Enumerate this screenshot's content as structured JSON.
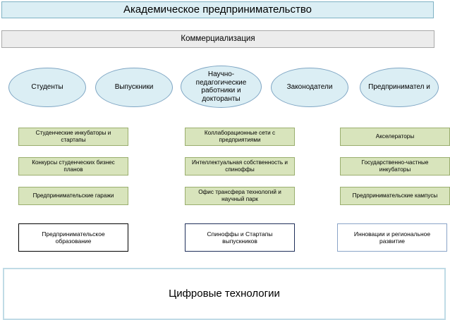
{
  "title": "Академическое предпринимательство",
  "commercialization": "Коммерциализация",
  "actors": [
    "Студенты",
    "Выпускники",
    "Научно-педагогические работники и докторанты",
    "Законодатели",
    "Предпринимател и"
  ],
  "columns": [
    {
      "items": [
        "Студенческие инкубаторы и стартапы",
        "Конкурсы студенческих бизнес планов",
        "Предпринимательские гаражи"
      ],
      "outcome": "Предпринимательское образование"
    },
    {
      "items": [
        "Коллаборационные сети с предприятиями",
        "Интеллектуальная собственность и спиноффы",
        "Офис трансфера технологий и научный парк"
      ],
      "outcome": "Спиноффы и Стартапы выпускников"
    },
    {
      "items": [
        "Акселераторы",
        "Государственно-частные инкубаторы",
        "Предпринимательские кампусы"
      ],
      "outcome": "Инновации и региональное развитие"
    }
  ],
  "footer": "Цифровые технологии",
  "colors": {
    "header_fill": "#dbeef4",
    "actor_fill": "#dbeef4",
    "item_fill": "#d8e4bc",
    "outcome_border_1": "#000000",
    "outcome_border_2": "#1f2f5a",
    "outcome_border_3": "#8aa4c8"
  }
}
